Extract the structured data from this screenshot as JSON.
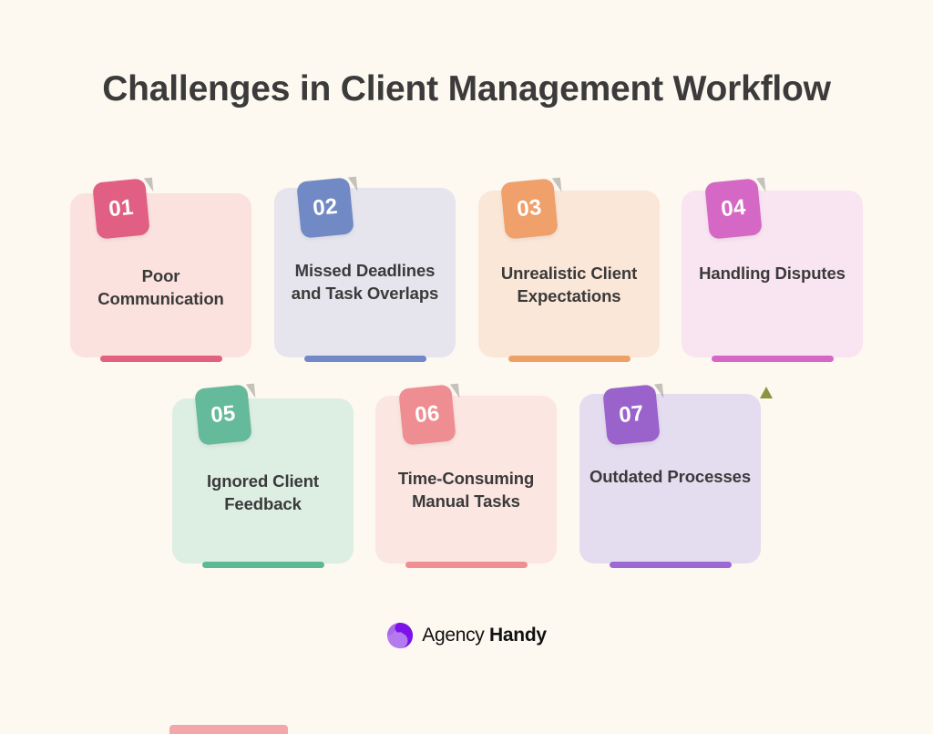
{
  "page": {
    "title": "Challenges in Client Management Workflow",
    "background_color": "#fdf8f0",
    "title_color": "#3b3b3b"
  },
  "cards": [
    {
      "number": "01",
      "title": "Poor Communication",
      "badge_color": "#e05f82",
      "body_color": "#fbe2de",
      "accent_color": "#e4607f",
      "row": 1
    },
    {
      "number": "02",
      "title": "Missed Deadlines and Task Overlaps",
      "badge_color": "#7189c4",
      "body_color": "#e6e5ee",
      "accent_color": "#7189c8",
      "row": 1
    },
    {
      "number": "03",
      "title": "Unrealistic Client Expectations",
      "badge_color": "#f0a06a",
      "body_color": "#fbe7d8",
      "accent_color": "#eea167",
      "row": 1
    },
    {
      "number": "04",
      "title": "Handling Disputes",
      "badge_color": "#d468c4",
      "body_color": "#f9e4f1",
      "accent_color": "#d767c5",
      "row": 1
    },
    {
      "number": "05",
      "title": "Ignored Client Feedback",
      "badge_color": "#64ba9b",
      "body_color": "#ddeee3",
      "accent_color": "#5cb996",
      "row": 2
    },
    {
      "number": "06",
      "title": "Time-Consuming Manual Tasks",
      "badge_color": "#ee8e92",
      "body_color": "#fbe6e1",
      "accent_color": "#ef8f93",
      "row": 2
    },
    {
      "number": "07",
      "title": "Outdated Processes",
      "badge_color": "#9a63cc",
      "body_color": "#e4dcef",
      "accent_color": "#9c68d3",
      "row": 2
    }
  ],
  "decorations": {
    "triangle_color": "#8a953f"
  },
  "logo": {
    "name_light": "Agency",
    "name_bold": "Handy",
    "mark_color_light": "#b47bf0",
    "mark_color_dark": "#7c12e8"
  }
}
